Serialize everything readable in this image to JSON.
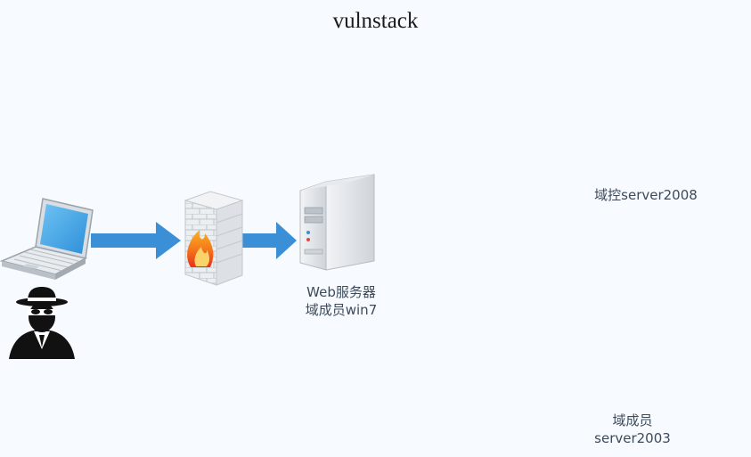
{
  "title": "vulnstack",
  "nodes": {
    "web_server": {
      "line1": "Web服务器",
      "line2": "域成员win7"
    },
    "domain_controller": {
      "line1": "域控server2008"
    },
    "member_server": {
      "line1": "域成员",
      "line2": "server2003"
    }
  },
  "icons": [
    "laptop-icon",
    "hacker-icon",
    "firewall-icon",
    "server-icon"
  ],
  "colors": {
    "blue_arrow": "#3a8fd6",
    "teal_arrow": "#2aa3c4",
    "light_arrow": "#bfe3ef",
    "brick": "#d9473a",
    "flame": "#f7871f",
    "server": "#c9ced6"
  }
}
